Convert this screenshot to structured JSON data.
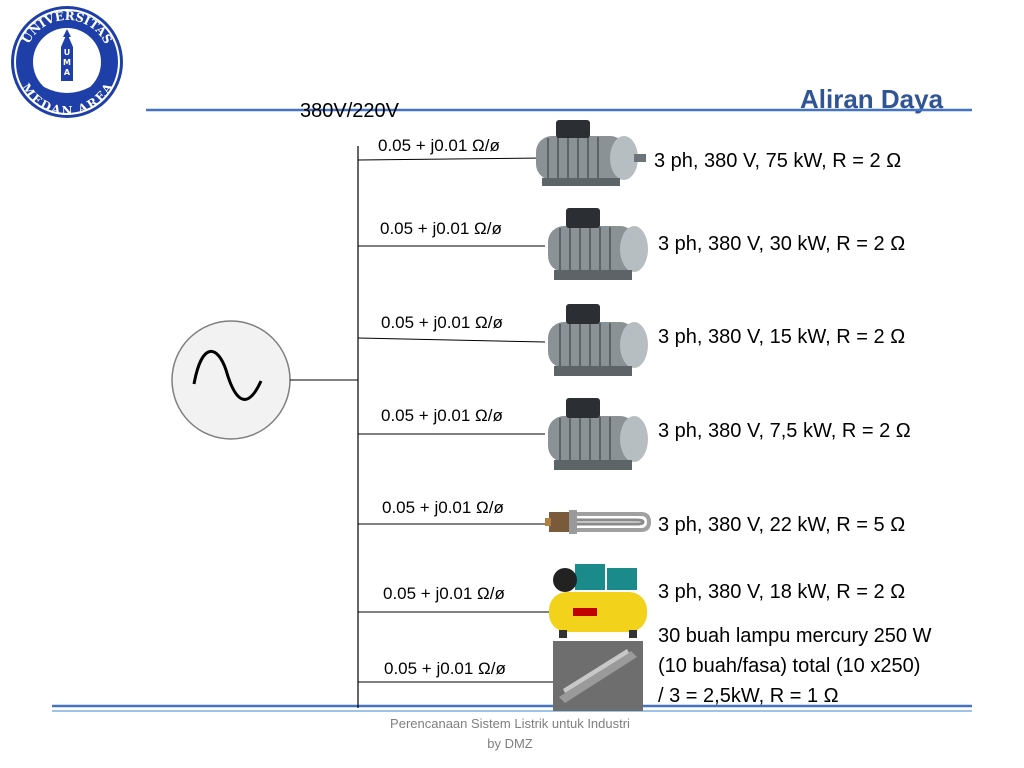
{
  "slide": {
    "title": "Aliran Daya",
    "voltage_label": "380V/220V",
    "footer_line1": "Perencanaan Sistem Listrik untuk Industri",
    "footer_line2": "by DMZ"
  },
  "logo": {
    "text_top": "UNIVERSITAS",
    "text_bottom": "MEDAN AREA",
    "letters": [
      "U",
      "M",
      "A"
    ]
  },
  "branches": [
    {
      "impedance": "0.05 + j0.01 Ω/ø",
      "load": "3 ph,  380 V, 75 kW, R = 2 Ω",
      "device": "motor"
    },
    {
      "impedance": "0.05 + j0.01 Ω/ø",
      "load": "3 ph,  380 V, 30 kW, R = 2 Ω",
      "device": "motor"
    },
    {
      "impedance": "0.05 + j0.01 Ω/ø",
      "load": "3 ph,  380 V, 15 kW, R = 2 Ω",
      "device": "motor"
    },
    {
      "impedance": "0.05 + j0.01 Ω/ø",
      "load": "3 ph,  380 V, 7,5 kW, R = 2 Ω",
      "device": "motor"
    },
    {
      "impedance": "0.05 + j0.01 Ω/ø",
      "load": "3 ph,  380 V, 22 kW, R = 5 Ω",
      "device": "heater"
    },
    {
      "impedance": "0.05 + j0.01 Ω/ø",
      "load": "3 ph,  380 V, 18 kW, R = 2 Ω",
      "device": "compressor"
    },
    {
      "impedance": "0.05 + j0.01 Ω/ø",
      "load_lines": [
        "30 buah lampu mercury 250 W",
        "(10 buah/fasa) total (10 x250)",
        "/ 3 = 2,5kW, R = 1 Ω"
      ],
      "device": "lamp"
    }
  ],
  "colors": {
    "title": "#2f5597",
    "header_line": "#4472c4",
    "footer_line": "#4472c4"
  }
}
